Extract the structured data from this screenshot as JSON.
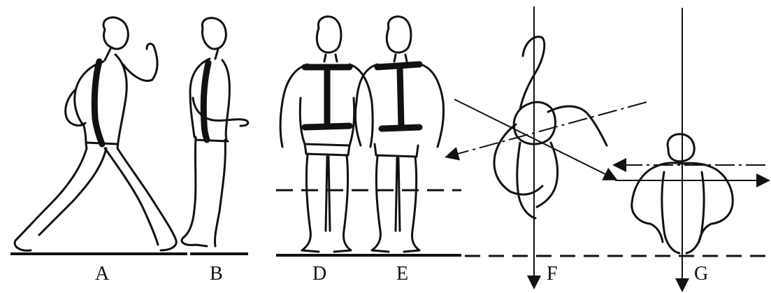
{
  "figure": {
    "labels": {
      "a": "A",
      "b": "B",
      "d": "D",
      "e": "E",
      "f": "F",
      "g": "G"
    }
  }
}
